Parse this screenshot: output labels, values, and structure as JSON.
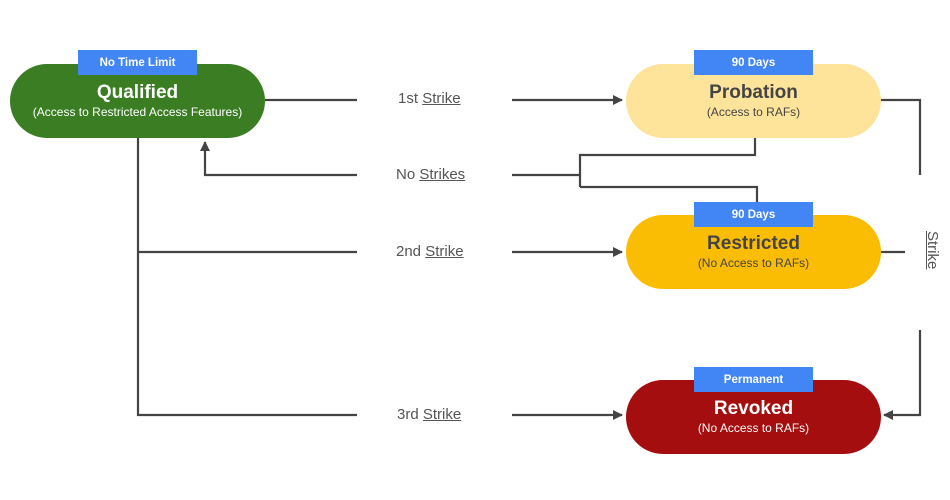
{
  "nodes": {
    "qualified": {
      "title": "Qualified",
      "subtitle": "(Access to Restricted Access Features)",
      "badge": "No Time Limit",
      "color": "#3a7d22"
    },
    "probation": {
      "title": "Probation",
      "subtitle": "(Access to RAFs)",
      "badge": "90 Days",
      "color": "#fde49a"
    },
    "restricted": {
      "title": "Restricted",
      "subtitle": "(No Access to RAFs)",
      "badge": "90 Days",
      "color": "#fbbc04"
    },
    "revoked": {
      "title": "Revoked",
      "subtitle": "(No Access to RAFs)",
      "badge": "Permanent",
      "color": "#a50e0e"
    }
  },
  "edges": {
    "first_strike": {
      "prefix": "1st ",
      "word": "Strike"
    },
    "no_strikes": {
      "prefix": "No ",
      "word": "Strikes"
    },
    "second_strike": {
      "prefix": "2nd ",
      "word": "Strike"
    },
    "third_strike": {
      "prefix": "3rd ",
      "word": "Strike"
    },
    "side_strike": {
      "word": "Strike"
    }
  },
  "colors": {
    "badge": "#4285f4",
    "line": "#444444",
    "label": "#555555"
  }
}
